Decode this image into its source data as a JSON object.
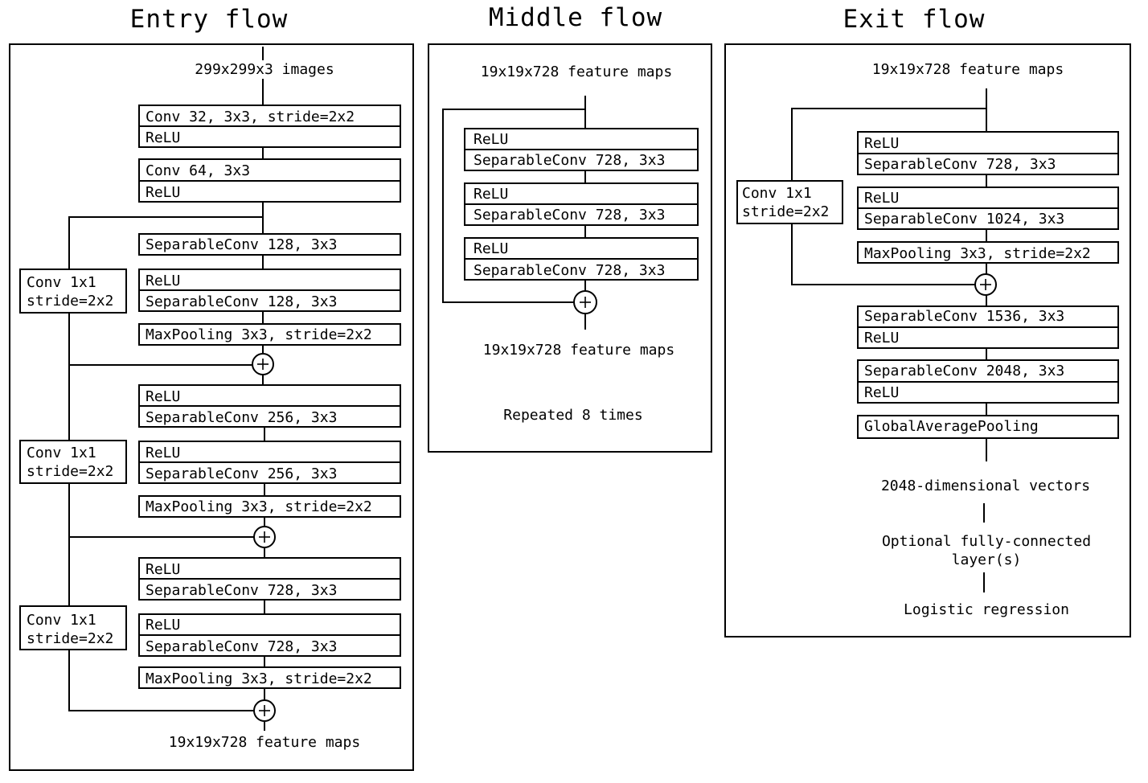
{
  "titles": {
    "entry": "Entry flow",
    "middle": "Middle flow",
    "exit": "Exit flow"
  },
  "entry": {
    "input": "299x299x3 images",
    "conv1": [
      "Conv 32, 3x3, stride=2x2",
      "ReLU"
    ],
    "conv2": [
      "Conv 64, 3x3",
      "ReLU"
    ],
    "block1_sep1": "SeparableConv 128, 3x3",
    "block1_sep2": [
      "ReLU",
      "SeparableConv 128, 3x3"
    ],
    "block1_pool": "MaxPooling 3x3, stride=2x2",
    "block1_skip": [
      "Conv 1x1",
      "stride=2x2"
    ],
    "block2_sep1": [
      "ReLU",
      "SeparableConv 256, 3x3"
    ],
    "block2_sep2": [
      "ReLU",
      "SeparableConv 256, 3x3"
    ],
    "block2_pool": "MaxPooling 3x3, stride=2x2",
    "block2_skip": [
      "Conv 1x1",
      "stride=2x2"
    ],
    "block3_sep1": [
      "ReLU",
      "SeparableConv 728, 3x3"
    ],
    "block3_sep2": [
      "ReLU",
      "SeparableConv 728, 3x3"
    ],
    "block3_pool": "MaxPooling 3x3, stride=2x2",
    "block3_skip": [
      "Conv 1x1",
      "stride=2x2"
    ],
    "output": "19x19x728 feature maps"
  },
  "middle": {
    "input": "19x19x728 feature maps",
    "sep1": [
      "ReLU",
      "SeparableConv 728, 3x3"
    ],
    "sep2": [
      "ReLU",
      "SeparableConv 728, 3x3"
    ],
    "sep3": [
      "ReLU",
      "SeparableConv 728, 3x3"
    ],
    "output": "19x19x728 feature maps",
    "repeat_note": "Repeated 8 times"
  },
  "exit": {
    "input": "19x19x728 feature maps",
    "sep1": [
      "ReLU",
      "SeparableConv 728, 3x3"
    ],
    "sep2": [
      "ReLU",
      "SeparableConv 1024, 3x3"
    ],
    "pool": "MaxPooling 3x3, stride=2x2",
    "skip": [
      "Conv 1x1",
      "stride=2x2"
    ],
    "sep3": [
      "SeparableConv 1536, 3x3",
      "ReLU"
    ],
    "sep4": [
      "SeparableConv 2048, 3x3",
      "ReLU"
    ],
    "gap": "GlobalAveragePooling",
    "vectors": "2048-dimensional vectors",
    "fc": [
      "Optional fully-connected",
      "layer(s)"
    ],
    "logreg": "Logistic regression"
  }
}
